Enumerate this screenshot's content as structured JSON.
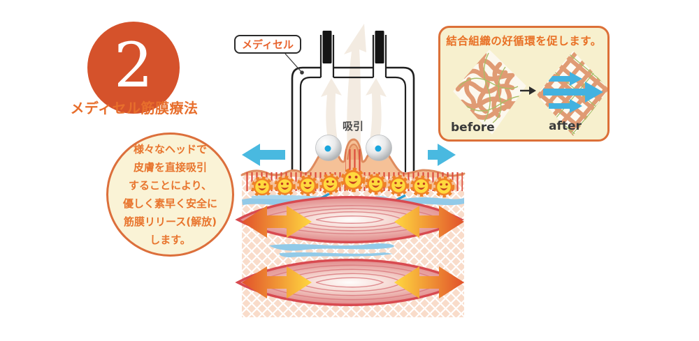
{
  "step": {
    "number": "2",
    "title": "メディセル筋膜療法"
  },
  "callout": {
    "lines": [
      "様々なヘッドで",
      "皮膚を直接吸引",
      "することにより、",
      "優しく素早く安全に",
      "筋膜リリース(解放)",
      "します。"
    ]
  },
  "diagram": {
    "device_label": "メディセル",
    "suction_label": "吸引"
  },
  "info_box": {
    "title": "結合組織の好循環を促します。",
    "before_label": "before",
    "after_label": "after"
  },
  "colors": {
    "accent_orange": "#d5522b",
    "text_orange": "#e8752e",
    "box_border": "#dc7038",
    "box_bg": "#f7f0ce",
    "skin": "#f5c197",
    "skin_outline": "#de8b5e",
    "lattice_bg": "#f9dcca",
    "capillary_red": "#dc4c3c",
    "cell_yellow": "#ffd93e",
    "cell_gear": "#ee8127",
    "fluid_blue": "#92cae8",
    "fluid_arrow_blue": "#2b9fd4",
    "side_arrow_teal": "#49b9e0",
    "muscle_red": "#d84a50",
    "stretch_arrow_red": "#e1512a",
    "stretch_arrow_yellow": "#ffd840",
    "mesh_salmon": "#e09b74",
    "mesh_green": "#a9be66"
  }
}
